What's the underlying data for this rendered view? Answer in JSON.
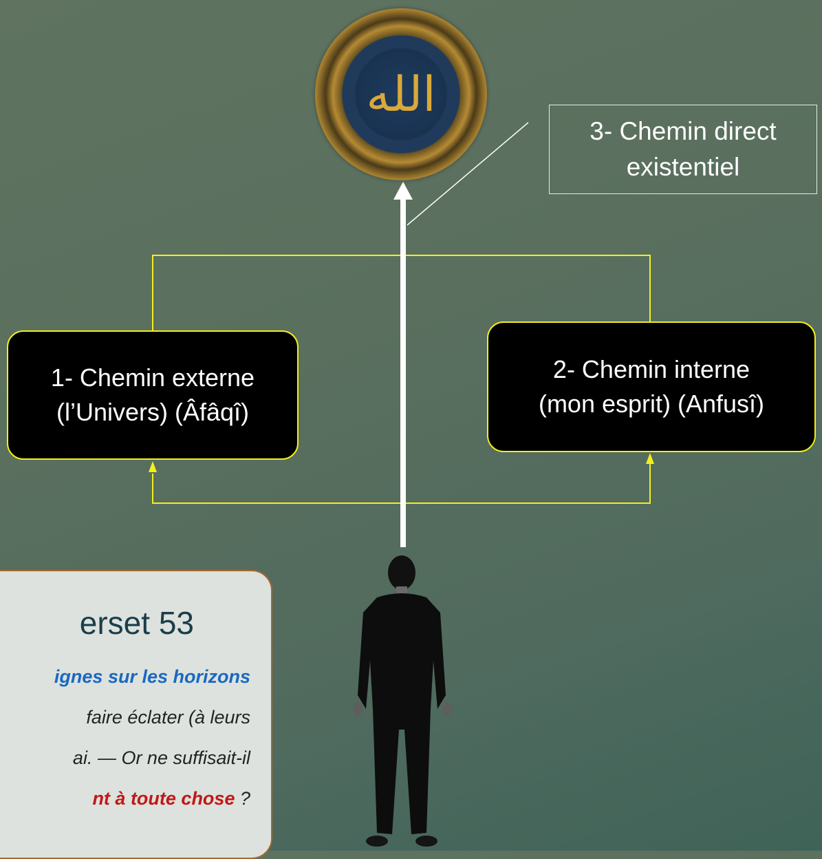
{
  "diagram": {
    "medallion": {
      "icon": "allah-calligraphy-medallion",
      "text": "الله"
    },
    "path_direct": {
      "label": "3- Chemin direct existentiel"
    },
    "path_external": {
      "line1": "1- Chemin externe",
      "line2": "(l’Univers) (Âfâqî)"
    },
    "path_internal": {
      "line1": "2- Chemin interne",
      "line2": "(mon esprit) (Anfusî)"
    },
    "person": {
      "icon": "person-silhouette-icon"
    }
  },
  "verse": {
    "title": "erset 53",
    "line1": "ignes sur les horizons",
    "line2": "faire éclater (à leurs",
    "line3": "ai. — Or ne suffisait-il",
    "line4_highlight": "nt à toute chose",
    "line4_end": " ?"
  },
  "colors": {
    "connector_yellow": "#f3ef1d",
    "arrow_white": "#ffffff",
    "box_fill": "#000000",
    "blue_highlight": "#1b68c0",
    "red_highlight": "#c01818"
  }
}
